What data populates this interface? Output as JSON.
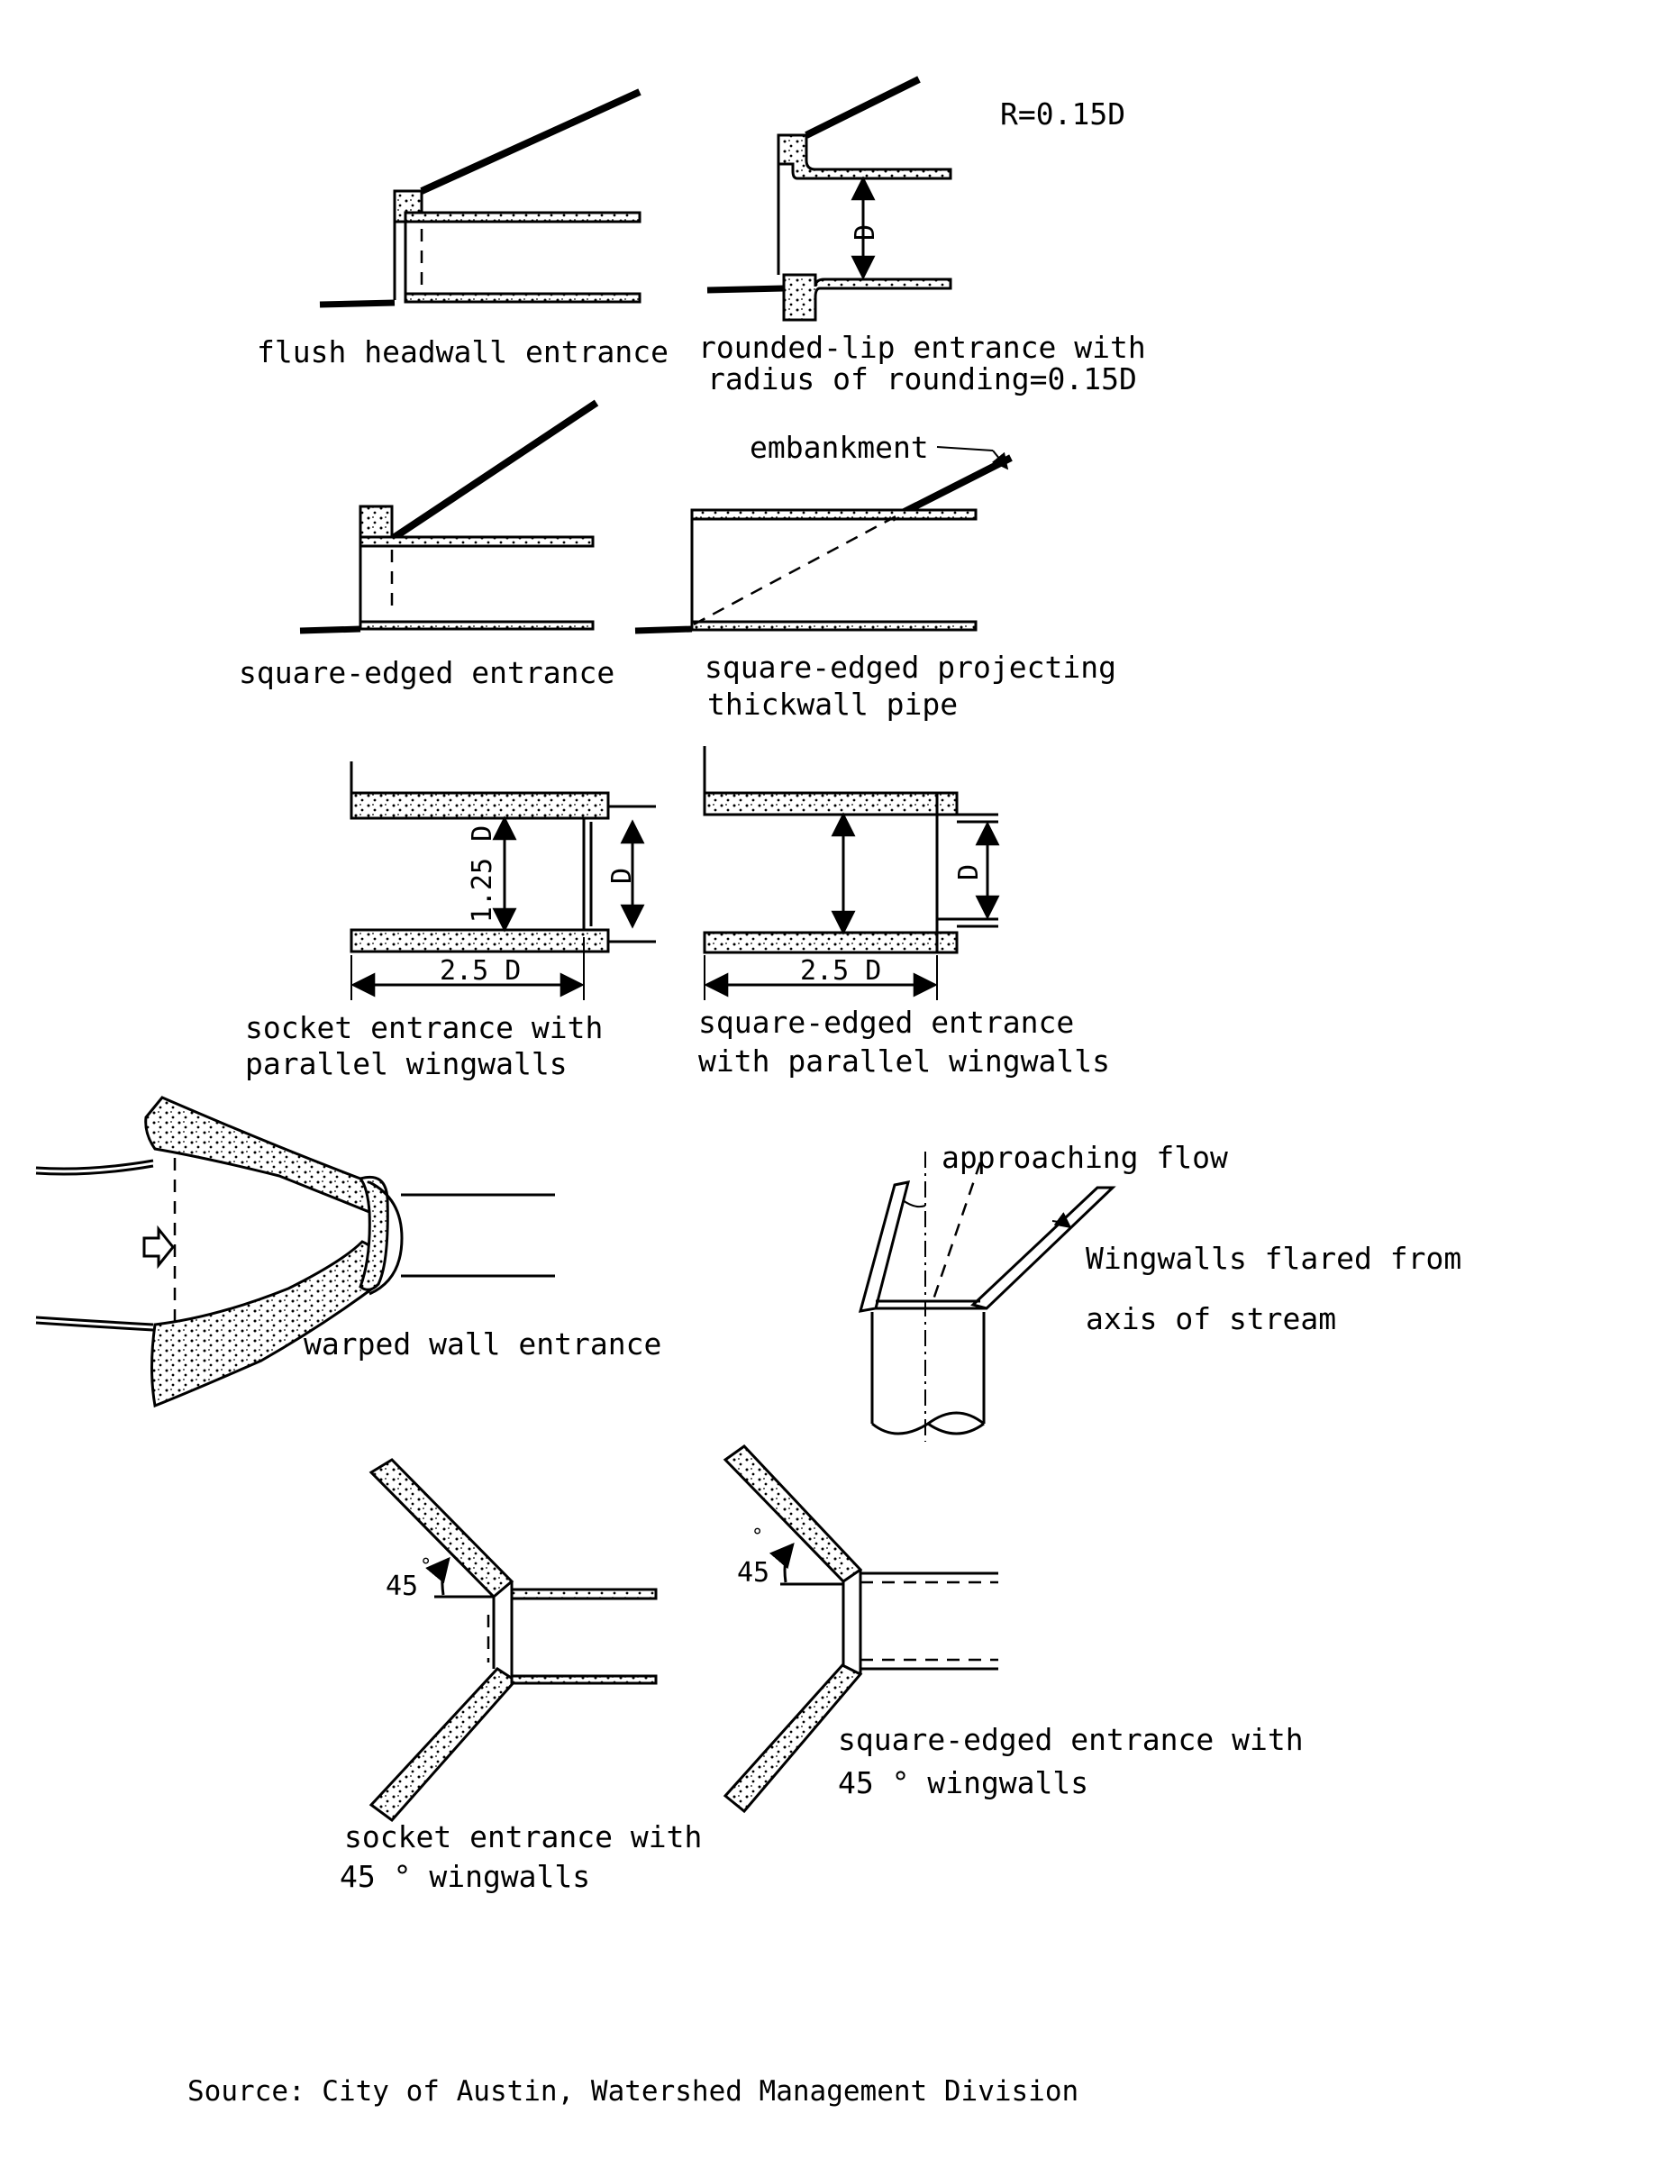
{
  "labels": {
    "flush": "flush headwall entrance",
    "rounded_1": "rounded-lip entrance with",
    "rounded_2": "radius of rounding=0.15D",
    "radius": "R=0.15D",
    "square_edged": "square-edged entrance",
    "projecting_1": "square-edged projecting",
    "projecting_2": "thickwall pipe",
    "embankment": "embankment",
    "socket_parallel_1": "socket entrance with",
    "socket_parallel_2": "parallel wingwalls",
    "square_parallel_1": "square-edged entrance",
    "square_parallel_2": "with parallel wingwalls",
    "warped": "warped wall entrance",
    "approaching": "approaching flow",
    "flared_1": "Wingwalls flared from",
    "flared_2": "axis of stream",
    "socket_45_1": "socket entrance with",
    "socket_45_2": "45 ° wingwalls",
    "square_45_1": "square-edged entrance with",
    "square_45_2": "45 ° wingwalls",
    "source": "Source: City of Austin, Watershed Management Division"
  },
  "dimensions": {
    "D": "D",
    "d125": "1.25 D",
    "d25": "2.5 D",
    "angle45": "45",
    "degree": "°"
  }
}
